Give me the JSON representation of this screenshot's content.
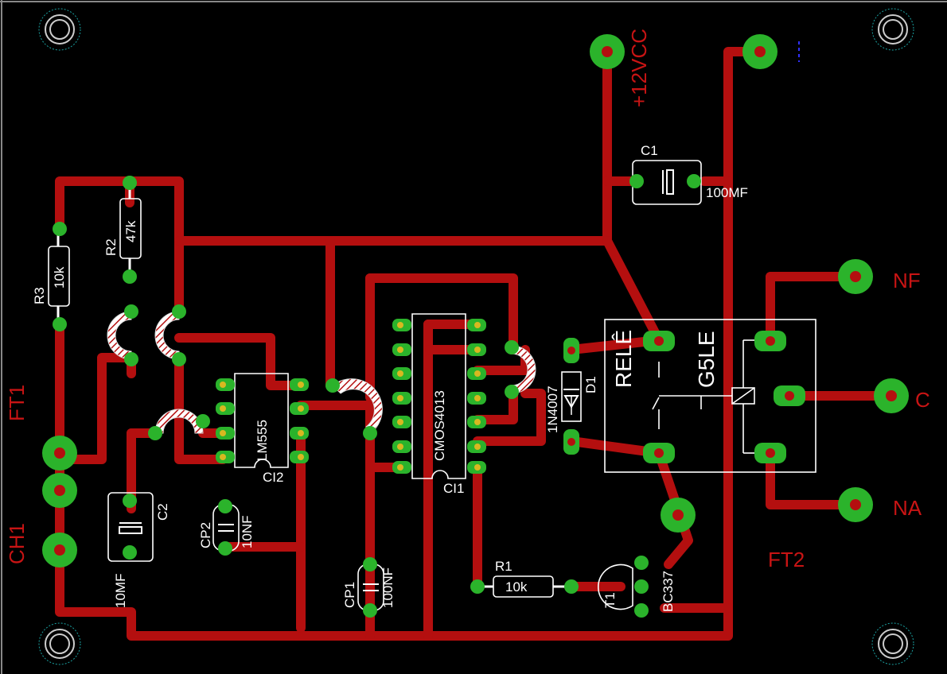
{
  "labels": {
    "ft1": "FT1",
    "ch1": "CH1",
    "ft2": "FT2",
    "vcc": "+12VCC",
    "nf": "NF",
    "c": "C",
    "na": "NA"
  },
  "components": {
    "c1": {
      "ref": "C1",
      "value": "100MF"
    },
    "c2": {
      "ref": "C2",
      "value": "10MF"
    },
    "r1": {
      "ref": "R1",
      "value": "10k"
    },
    "r2": {
      "ref": "R2",
      "value": "47k"
    },
    "r3": {
      "ref": "R3",
      "value": "10k"
    },
    "cp1": {
      "ref": "CP1",
      "value": "100NF"
    },
    "cp2": {
      "ref": "CP2",
      "value": "10NF"
    },
    "ci1": {
      "ref": "CI1",
      "value": "CMOS4013"
    },
    "ci2": {
      "ref": "CI2",
      "value": "LM555"
    },
    "d1": {
      "ref": "D1",
      "value": "1N4007"
    },
    "t1": {
      "ref": "T1",
      "value": "BC337"
    },
    "rele": {
      "ref": "RELÊ",
      "value": "G5LE"
    }
  },
  "colors": {
    "background": "#000000",
    "copper": "#b40f0f",
    "pad": "#2bb32b",
    "silkscreen": "#ffffff"
  }
}
